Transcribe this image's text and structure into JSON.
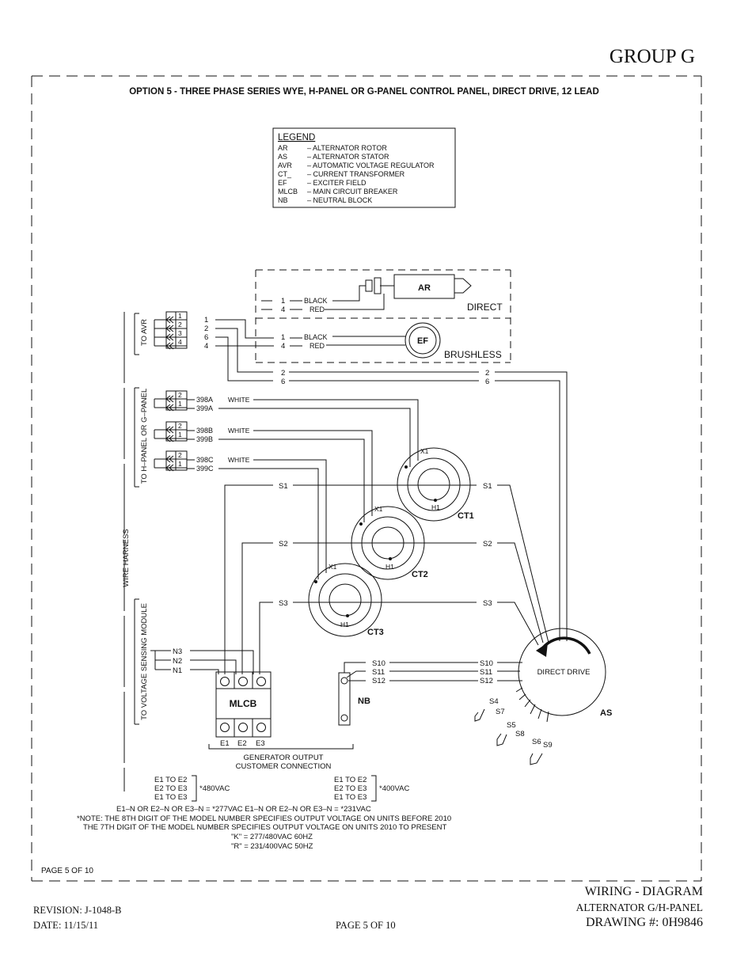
{
  "header": {
    "group": "GROUP G",
    "title": "OPTION 5 - THREE PHASE SERIES WYE, H-PANEL OR G-PANEL CONTROL PANEL, DIRECT DRIVE, 12 LEAD"
  },
  "legend": {
    "heading": "LEGEND",
    "rows": [
      {
        "abbr": "AR",
        "text": "–  ALTERNATOR ROTOR"
      },
      {
        "abbr": "AS",
        "text": "–  ALTERNATOR STATOR"
      },
      {
        "abbr": "AVR",
        "text": "–  AUTOMATIC VOLTAGE REGULATOR"
      },
      {
        "abbr": "CT_",
        "text": "–  CURRENT TRANSFORMER"
      },
      {
        "abbr": "EF",
        "text": "–  EXCITER FIELD"
      },
      {
        "abbr": "MLCB",
        "text": "–  MAIN CIRCUIT BREAKER"
      },
      {
        "abbr": "NB",
        "text": "–  NEUTRAL BLOCK"
      }
    ]
  },
  "harness": {
    "main": "WIRE HARNESS",
    "to_avr": "TO AVR",
    "to_panel": "TO H–PANEL OR G–PANEL",
    "to_sensing": "TO VOLTAGE SENSING MODULE"
  },
  "avr": {
    "pins": [
      "1",
      "2",
      "3",
      "4"
    ],
    "wires": [
      "1",
      "2",
      "6",
      "4"
    ]
  },
  "direct": {
    "label": "DIRECT",
    "ar": "AR",
    "w1": "1",
    "w1_color": "BLACK",
    "w4": "4",
    "w4_color": "RED"
  },
  "brushless": {
    "label": "BRUSHLESS",
    "ef": "EF",
    "w1": "1",
    "w1_color": "BLACK",
    "w4": "4",
    "w4_color": "RED"
  },
  "pass_wires": {
    "w2": "2",
    "w6": "6"
  },
  "panel": {
    "pins": [
      "2",
      "1"
    ],
    "wires": [
      {
        "top": "398A",
        "color": "WHITE",
        "bottom": "399A"
      },
      {
        "top": "398B",
        "color": "WHITE",
        "bottom": "399B"
      },
      {
        "top": "398C",
        "color": "WHITE",
        "bottom": "399C"
      }
    ]
  },
  "ct": {
    "x1": "X1",
    "h1": "H1",
    "names": [
      "CT1",
      "CT2",
      "CT3"
    ],
    "s1": "S1",
    "s2": "S2",
    "s3": "S3"
  },
  "sensing": {
    "n3": "N3",
    "n2": "N2",
    "n1": "N1"
  },
  "mlcb": {
    "label": "MLCB",
    "e1": "E1",
    "e2": "E2",
    "e3": "E3"
  },
  "nb": {
    "label": "NB",
    "s10": "S10",
    "s11": "S11",
    "s12": "S12"
  },
  "stator": {
    "label": "DIRECT DRIVE",
    "as": "AS",
    "s4": "S4",
    "s7": "S7",
    "s5": "S5",
    "s8": "S8",
    "s6": "S6",
    "s9": "S9"
  },
  "output": {
    "line1": "GENERATOR OUTPUT",
    "line2": "CUSTOMER CONNECTION"
  },
  "notes": {
    "left_block": [
      "E1  TO  E2",
      "E2  TO  E3",
      "E1  TO  E3"
    ],
    "left_voltage": "*480VAC",
    "right_block": [
      "E1  TO  E2",
      "E2  TO  E3",
      "E1  TO  E3"
    ],
    "right_voltage": "*400VAC",
    "neutral_line": "E1–N  OR  E2–N  OR  E3–N  =  *277VAC        E1–N  OR  E2–N  OR  E3–N  =  *231VAC",
    "note1": "*NOTE:  THE 8TH DIGIT OF THE MODEL NUMBER SPECIFIES OUTPUT VOLTAGE ON UNITS BEFORE 2010",
    "note2": "THE 7TH DIGIT OF THE MODEL NUMBER SPECIFIES OUTPUT VOLTAGE ON UNITS 2010 TO PRESENT",
    "note3": "\"K\"  =  277/480VAC 60HZ",
    "note4": "\"R\"  =  231/400VAC 50HZ"
  },
  "page_inner": "PAGE 5 OF 10",
  "footer": {
    "revision": "REVISION: J-1048-B",
    "date": "DATE: 11/15/11",
    "page": "PAGE 5 OF 10",
    "title": "WIRING - DIAGRAM",
    "subtitle": "ALTERNATOR G/H-PANEL",
    "drawing": "DRAWING #: 0H9846"
  }
}
